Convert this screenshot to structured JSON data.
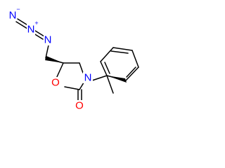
{
  "atoms": {
    "n_terminal": {
      "label": "N",
      "charge": "−",
      "color": "#0000ff"
    },
    "n_central": {
      "label": "N",
      "charge": "+",
      "color": "#0000ff"
    },
    "n_azide": {
      "label": "N",
      "color": "#0000ff"
    },
    "ring_oxygen": {
      "label": "O",
      "color": "#ff0000"
    },
    "carbonyl_oxygen": {
      "label": "O",
      "color": "#ff0000"
    },
    "ring_nitrogen": {
      "label": "N",
      "color": "#0000ff"
    }
  },
  "colors": {
    "bond": "#000000",
    "nitrogen": "#0000ff",
    "oxygen": "#ff0000",
    "background": "#ffffff"
  }
}
